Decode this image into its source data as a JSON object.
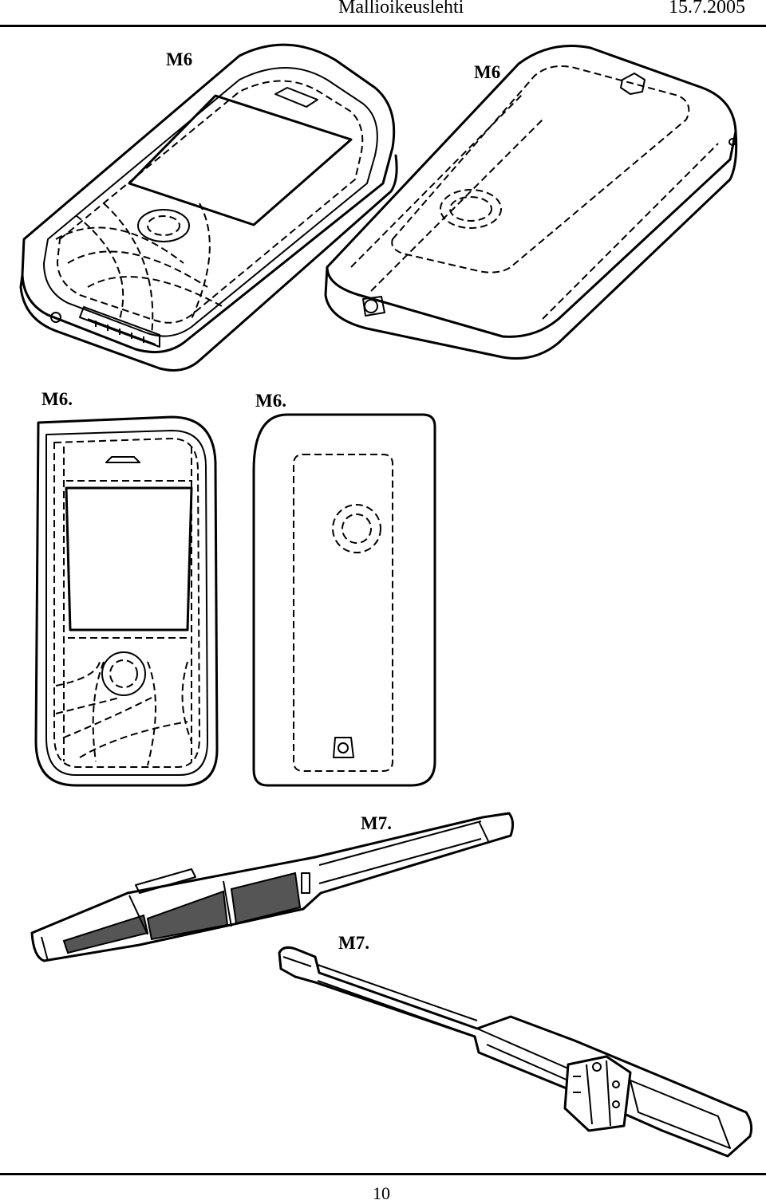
{
  "header": {
    "title": "Mallioikeuslehti",
    "date": "15.7.2005"
  },
  "labels": {
    "m6_front_persp": "M6",
    "m6_back_persp": "M6",
    "m6_front": "M6.",
    "m6_back": "M6.",
    "m7_top": "M7.",
    "m7_bottom": "M7."
  },
  "footer": {
    "page_number": "10"
  }
}
